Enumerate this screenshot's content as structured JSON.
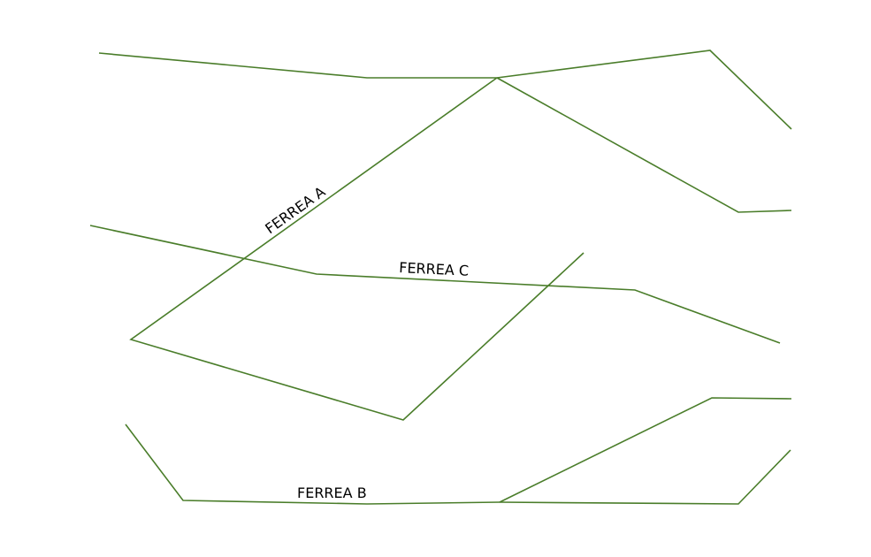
{
  "map": {
    "line_color": "#4a7d2a",
    "label_color": "#000000",
    "background": "#ffffff",
    "labels": {
      "ferrea_a": "FERREA A",
      "ferrea_b": "FERREA B",
      "ferrea_c": "FERREA C"
    }
  }
}
